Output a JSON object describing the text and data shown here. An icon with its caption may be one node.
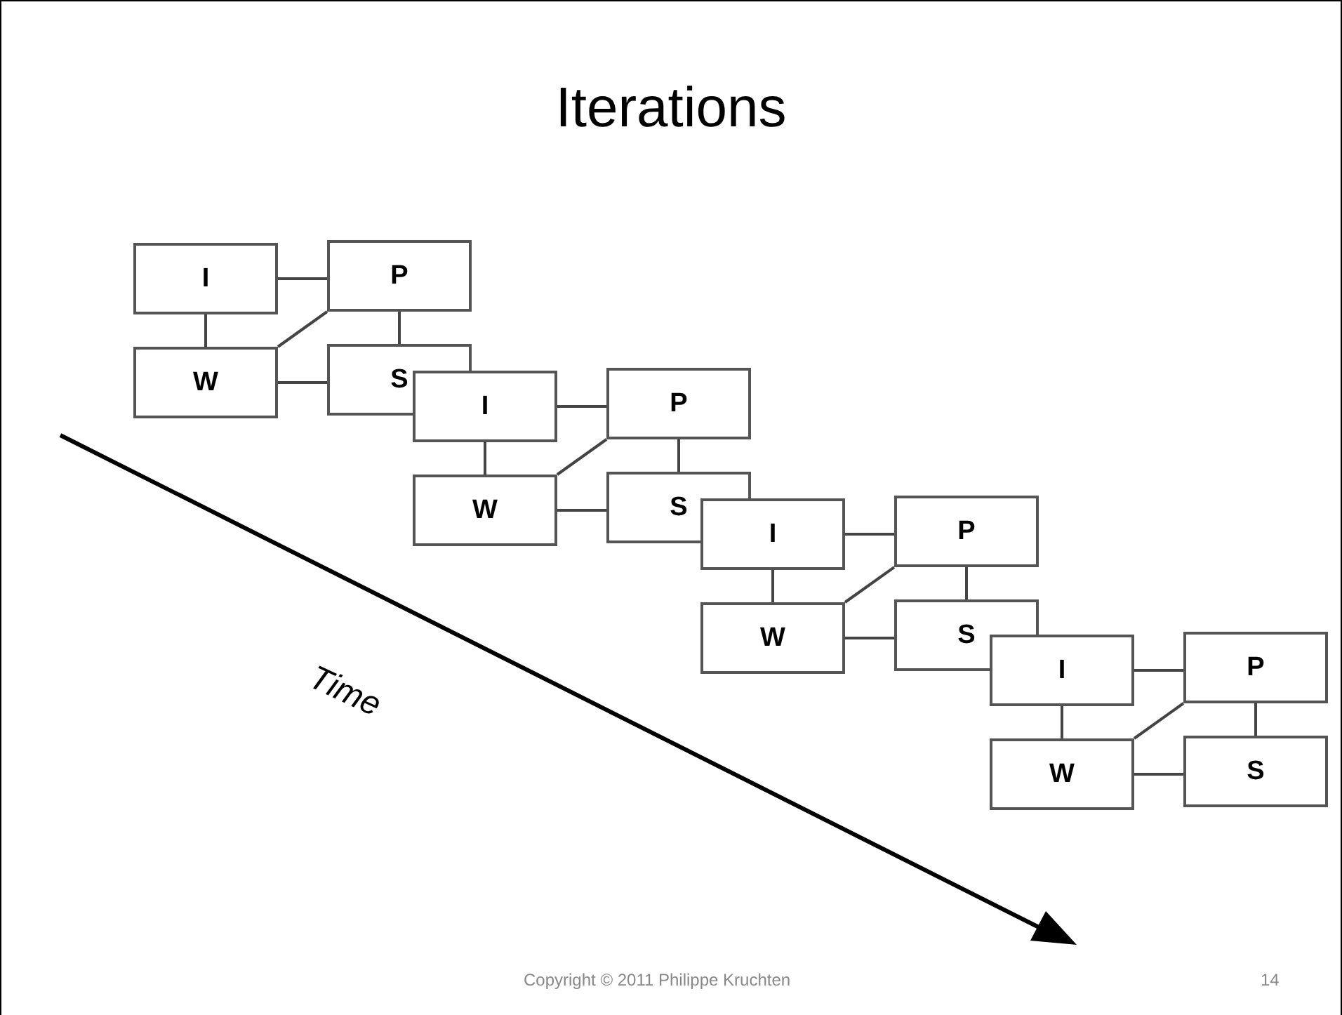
{
  "diagram": {
    "title": "Iterations",
    "nodes": [
      {
        "text": [
          "I"
        ]
      },
      {
        "text": [
          "P"
        ]
      },
      {
        "text": [
          "W"
        ]
      },
      {
        "text": [
          "S"
        ]
      },
      {
        "text": [
          "I"
        ]
      },
      {
        "text": [
          "P"
        ]
      },
      {
        "text": [
          "W"
        ]
      },
      {
        "text": [
          "S"
        ]
      },
      {
        "text": [
          "I"
        ]
      },
      {
        "text": [
          "P"
        ]
      },
      {
        "text": [
          "W"
        ]
      },
      {
        "text": [
          "S"
        ]
      },
      {
        "text": [
          "I"
        ]
      },
      {
        "text": [
          "P"
        ]
      },
      {
        "text": [
          "W"
        ]
      },
      {
        "text": [
          "S"
        ]
      }
    ],
    "edges": [
      {
        "from": 0,
        "to": 1,
        "arrow": "none"
      },
      {
        "from": 0,
        "to": 2,
        "arrow": "none"
      },
      {
        "from": 1,
        "to": 3,
        "arrow": "none"
      },
      {
        "from": 2,
        "to": 1,
        "arrow": "none"
      },
      {
        "from": 2,
        "to": 3,
        "arrow": "none"
      },
      {
        "from": 4,
        "to": 5,
        "arrow": "none"
      },
      {
        "from": 4,
        "to": 6,
        "arrow": "none"
      },
      {
        "from": 5,
        "to": 7,
        "arrow": "none"
      },
      {
        "from": 6,
        "to": 5,
        "arrow": "none"
      },
      {
        "from": 6,
        "to": 7,
        "arrow": "none"
      },
      {
        "from": 8,
        "to": 9,
        "arrow": "none"
      },
      {
        "from": 8,
        "to": 10,
        "arrow": "none"
      },
      {
        "from": 9,
        "to": 11,
        "arrow": "none"
      },
      {
        "from": 10,
        "to": 9,
        "arrow": "none"
      },
      {
        "from": 10,
        "to": 11,
        "arrow": "none"
      },
      {
        "from": 12,
        "to": 13,
        "arrow": "none"
      },
      {
        "from": 12,
        "to": 14,
        "arrow": "none"
      },
      {
        "from": 13,
        "to": 15,
        "arrow": "none"
      },
      {
        "from": 14,
        "to": 13,
        "arrow": "none"
      },
      {
        "from": 14,
        "to": 15,
        "arrow": "none"
      }
    ],
    "labels": [
      "Time",
      "Copyright © 2011 Philippe Kruchten",
      "14"
    ]
  }
}
